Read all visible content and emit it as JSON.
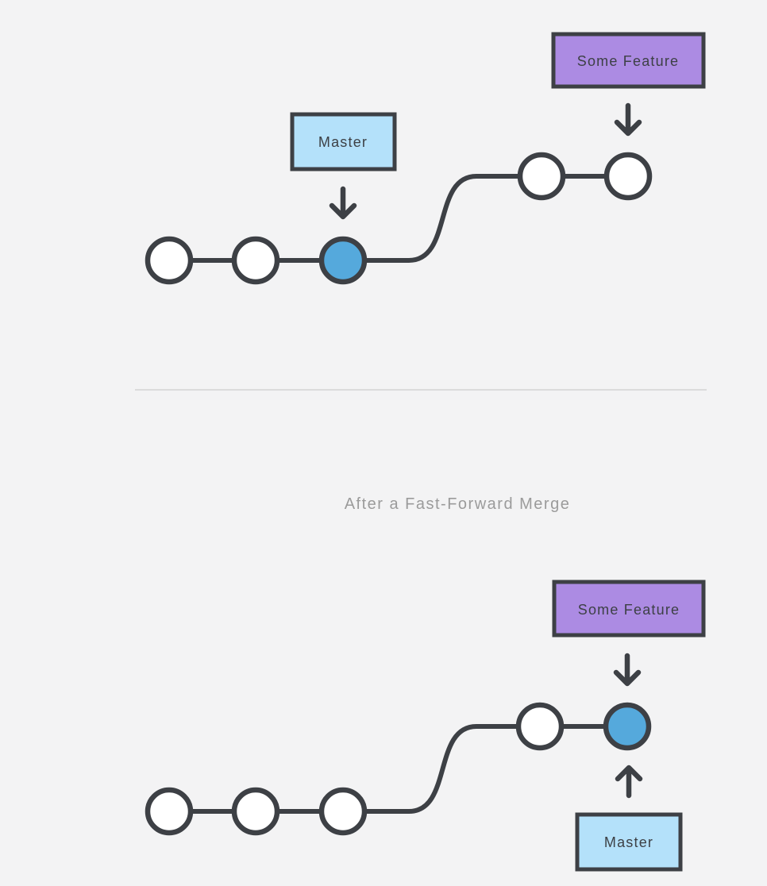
{
  "colors": {
    "background": "#F3F3F4",
    "stroke": "#3D4045",
    "node_fill": "#FFFFFF",
    "node_highlight": "#55A9DC",
    "master_box": "#B4E1FA",
    "feature_box": "#AC8BE3",
    "caption": "#9B9B9B",
    "divider": "#DBDBDB"
  },
  "caption": {
    "text": "After a Fast-Forward Merge"
  },
  "before_merge": {
    "master_branch_label": "Master",
    "feature_branch_label": "Some Feature",
    "master_track_nodes": [
      "plain",
      "plain",
      "highlight"
    ],
    "feature_track_nodes": [
      "plain",
      "plain"
    ]
  },
  "after_merge": {
    "master_branch_label": "Master",
    "feature_branch_label": "Some Feature",
    "base_track_nodes": [
      "plain",
      "plain",
      "plain"
    ],
    "merged_track_nodes": [
      "plain",
      "highlight"
    ]
  }
}
